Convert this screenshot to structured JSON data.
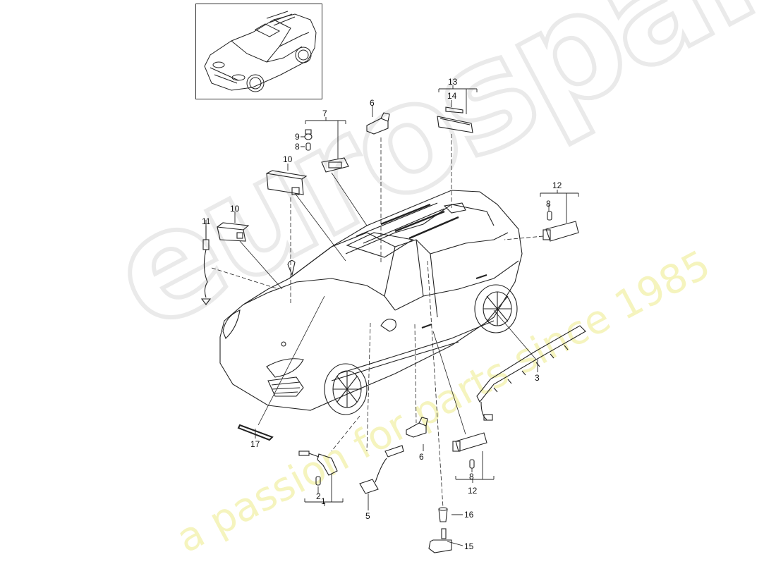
{
  "diagram": {
    "subject": "Vehicle lighting components parts diagram",
    "watermark": {
      "brand": "eurospares",
      "tagline": "a passion for parts since 1985"
    },
    "colors": {
      "line": "#222222",
      "watermark_gray": "#e9e9e9",
      "watermark_yellow": "#f4f3b8"
    },
    "thumbnail": {
      "label": "overview-vehicle-thumbnail"
    },
    "callouts": [
      {
        "id": "c1",
        "label": "1"
      },
      {
        "id": "c2",
        "label": "2"
      },
      {
        "id": "c3",
        "label": "3"
      },
      {
        "id": "c5",
        "label": "5"
      },
      {
        "id": "c6a",
        "label": "6"
      },
      {
        "id": "c6b",
        "label": "6"
      },
      {
        "id": "c7",
        "label": "7"
      },
      {
        "id": "c8a",
        "label": "8"
      },
      {
        "id": "c8b",
        "label": "8"
      },
      {
        "id": "c8c",
        "label": "8"
      },
      {
        "id": "c9",
        "label": "9"
      },
      {
        "id": "c10a",
        "label": "10"
      },
      {
        "id": "c10b",
        "label": "10"
      },
      {
        "id": "c11",
        "label": "11"
      },
      {
        "id": "c12a",
        "label": "12"
      },
      {
        "id": "c12b",
        "label": "12"
      },
      {
        "id": "c13",
        "label": "13"
      },
      {
        "id": "c14",
        "label": "14"
      },
      {
        "id": "c15",
        "label": "15"
      },
      {
        "id": "c16",
        "label": "16"
      },
      {
        "id": "c17",
        "label": "17"
      }
    ]
  }
}
